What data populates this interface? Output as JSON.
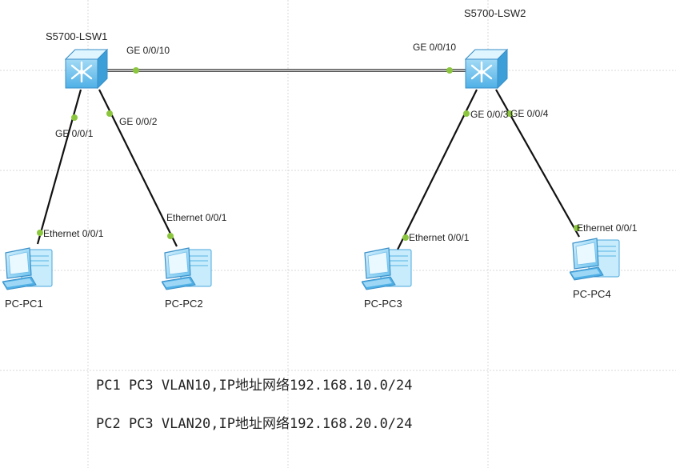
{
  "switches": [
    {
      "id": "lsw1",
      "name": "S5700-LSW1"
    },
    {
      "id": "lsw2",
      "name": "S5700-LSW2"
    }
  ],
  "pcs": [
    {
      "id": "pc1",
      "name": "PC-PC1"
    },
    {
      "id": "pc2",
      "name": "PC-PC2"
    },
    {
      "id": "pc3",
      "name": "PC-PC3"
    },
    {
      "id": "pc4",
      "name": "PC-PC4"
    }
  ],
  "links": [
    {
      "from_port": "GE 0/0/10",
      "to_port": "GE 0/0/10"
    },
    {
      "from_port": "GE 0/0/1",
      "to_port": "Ethernet 0/0/1"
    },
    {
      "from_port": "GE 0/0/2",
      "to_port": "Ethernet 0/0/1"
    },
    {
      "from_port": "GE 0/0/3",
      "to_port": "Ethernet 0/0/1"
    },
    {
      "from_port": "GE 0/0/4",
      "to_port": "Ethernet 0/0/1"
    }
  ],
  "notes": [
    "PC1 PC3 VLAN10,IP地址网络192.168.10.0/24",
    "PC2 PC3 VLAN20,IP地址网络192.168.20.0/24"
  ],
  "colors": {
    "port_dot": "#8cc63f",
    "device_blue": "#5fb8e8",
    "grid": "#d9d9d9"
  }
}
